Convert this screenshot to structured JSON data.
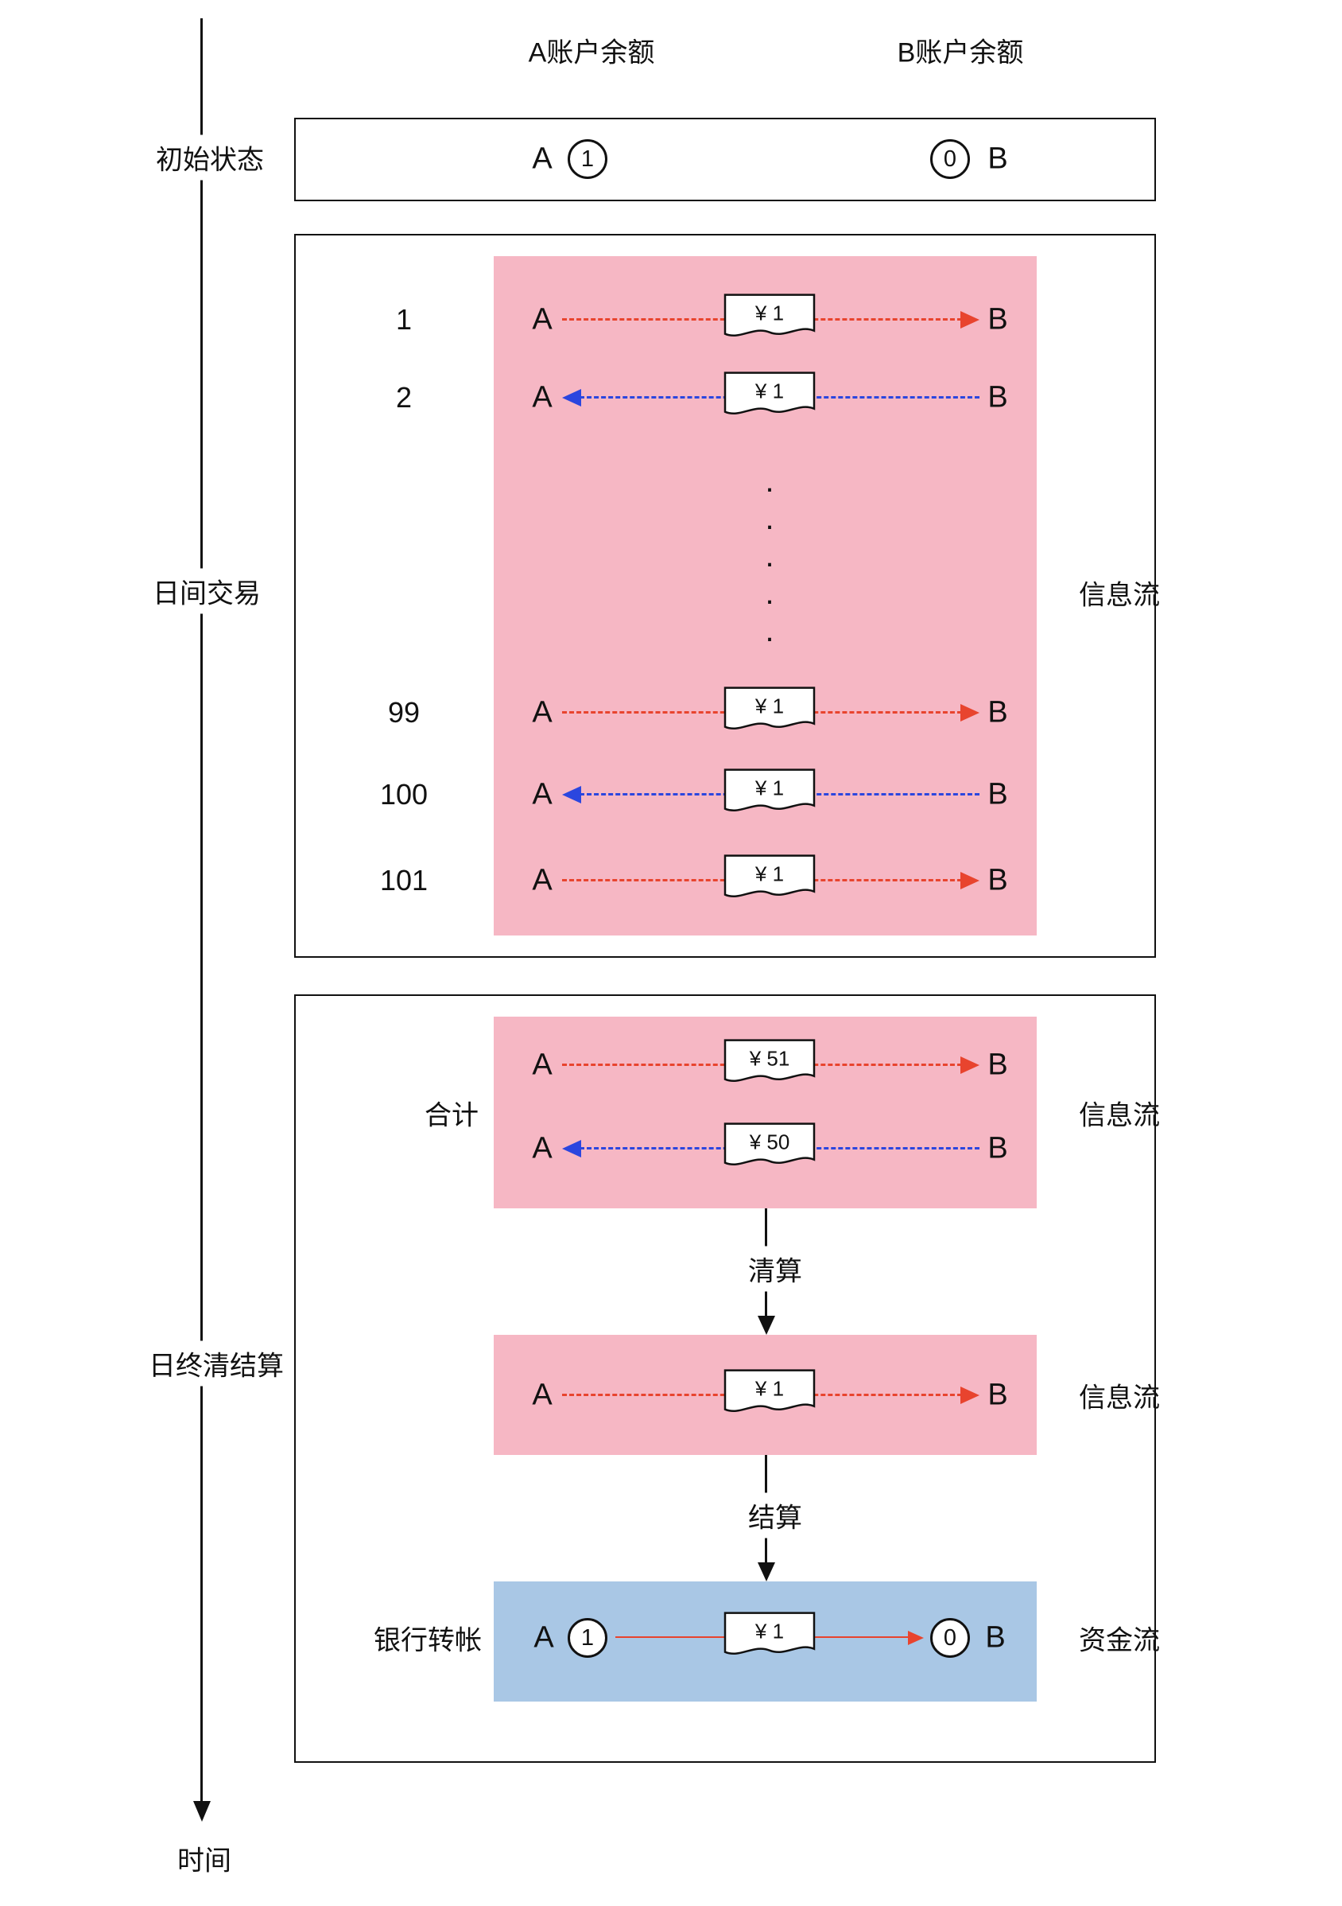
{
  "palette": {
    "pink": "#f6b7c4",
    "blue": "#a9c7e5",
    "red": "#e8442e",
    "arrow_blue": "#2b46df"
  },
  "column_headers": {
    "a": "A账户余额",
    "b": "B账户余额"
  },
  "timeline": {
    "axis_label": "时间"
  },
  "initial": {
    "stage_label": "初始状态",
    "a_label": "A",
    "a_balance": "1",
    "b_label": "B",
    "b_balance": "0"
  },
  "daytime": {
    "stage_label": "日间交易",
    "flow_label": "信息流",
    "ellipsis": "·\n·\n·\n·\n·",
    "rows": [
      {
        "num": "1",
        "from": "A",
        "to": "B",
        "amount": "¥ 1",
        "direction": "right"
      },
      {
        "num": "2",
        "from": "A",
        "to": "B",
        "amount": "¥ 1",
        "direction": "left"
      },
      {
        "num": "99",
        "from": "A",
        "to": "B",
        "amount": "¥ 1",
        "direction": "right"
      },
      {
        "num": "100",
        "from": "A",
        "to": "B",
        "amount": "¥ 1",
        "direction": "left"
      },
      {
        "num": "101",
        "from": "A",
        "to": "B",
        "amount": "¥ 1",
        "direction": "right"
      }
    ]
  },
  "settlement": {
    "stage_label": "日终清结算",
    "totals": {
      "label": "合计",
      "flow_label": "信息流",
      "rows": [
        {
          "from": "A",
          "to": "B",
          "amount": "¥ 51",
          "direction": "right"
        },
        {
          "from": "A",
          "to": "B",
          "amount": "¥ 50",
          "direction": "left"
        }
      ]
    },
    "clearing_label": "清算",
    "net": {
      "flow_label": "信息流",
      "row": {
        "from": "A",
        "to": "B",
        "amount": "¥ 1",
        "direction": "right"
      }
    },
    "settling_label": "结算",
    "transfer": {
      "label": "银行转帐",
      "flow_label": "资金流",
      "a_label": "A",
      "a_balance": "1",
      "amount": "¥ 1",
      "b_balance": "0",
      "b_label": "B"
    }
  }
}
